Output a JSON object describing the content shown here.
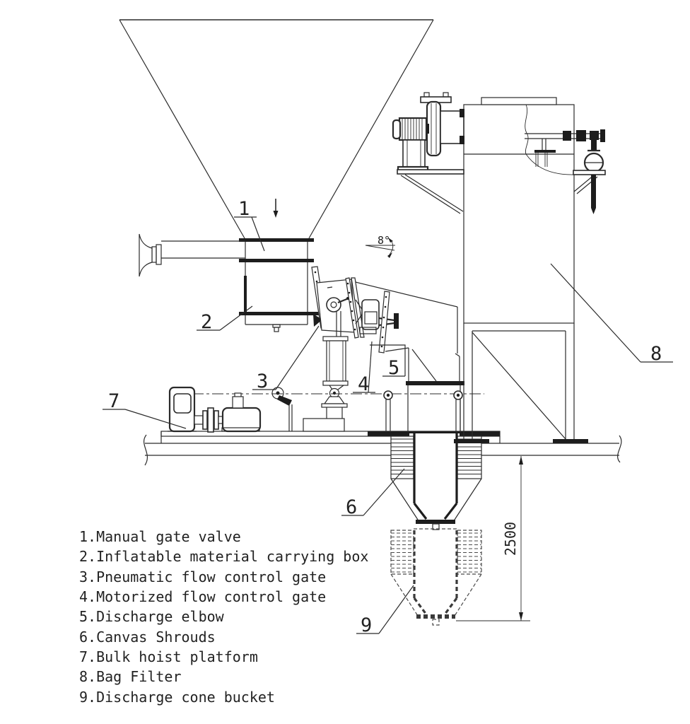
{
  "colors": {
    "line": "#2b2b2b",
    "heavy": "#1d1d1d",
    "background": "#ffffff",
    "text": "#222222"
  },
  "annotations": {
    "angle": "8°",
    "height_dimension": "2500"
  },
  "callouts": [
    "1",
    "2",
    "3",
    "4",
    "5",
    "6",
    "7",
    "8",
    "9"
  ],
  "legend": {
    "items": [
      "1.Manual gate valve",
      "2.Inflatable material carrying box",
      "3.Pneumatic flow control gate",
      "4.Motorized flow control gate",
      "5.Discharge elbow",
      "6.Canvas Shrouds",
      "7.Bulk hoist platform",
      "8.Bag Filter",
      "9.Discharge cone bucket"
    ]
  }
}
